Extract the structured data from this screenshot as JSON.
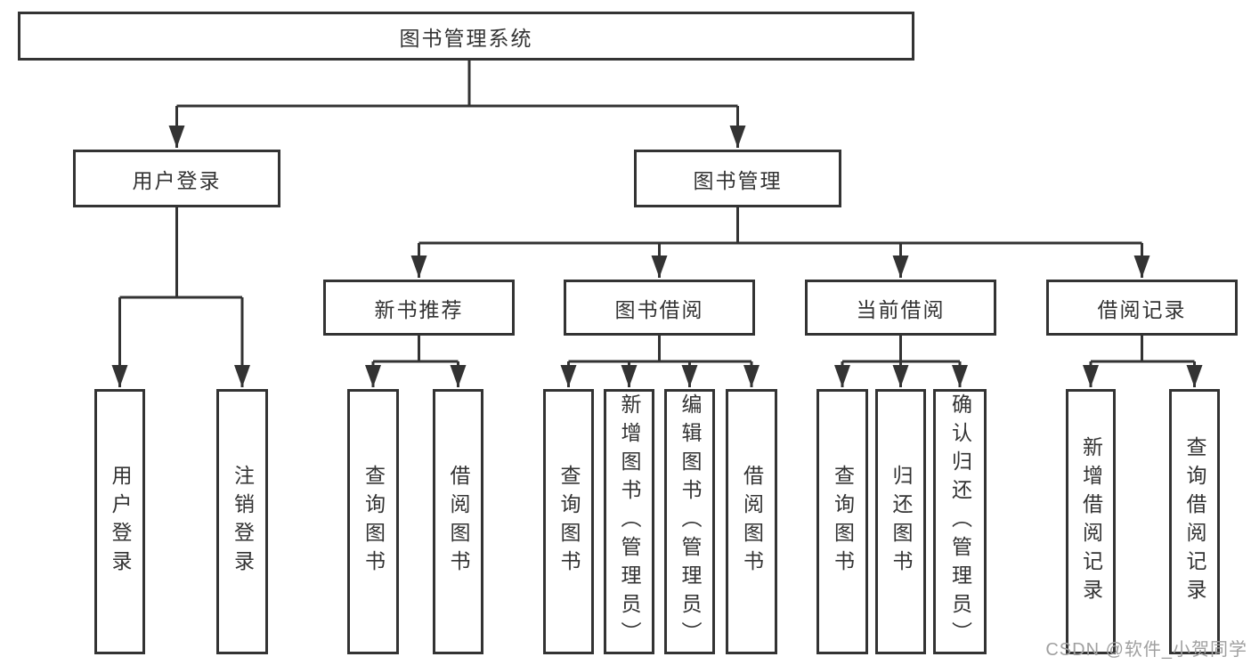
{
  "diagram": {
    "root_label": "图书管理系统",
    "branches": [
      {
        "label": "用户登录",
        "children": [
          {
            "label": "用户登录"
          },
          {
            "label": "注销登录"
          }
        ]
      },
      {
        "label": "图书管理",
        "groups": [
          {
            "label": "新书推荐",
            "children": [
              {
                "label": "查询图书"
              },
              {
                "label": "借阅图书"
              }
            ]
          },
          {
            "label": "图书借阅",
            "children": [
              {
                "label": "查询图书"
              },
              {
                "label": "新增图书（管理员）"
              },
              {
                "label": "编辑图书（管理员）"
              },
              {
                "label": "借阅图书"
              }
            ]
          },
          {
            "label": "当前借阅",
            "children": [
              {
                "label": "查询图书"
              },
              {
                "label": "归还图书"
              },
              {
                "label": "确认归还（管理员）"
              }
            ]
          },
          {
            "label": "借阅记录",
            "children": [
              {
                "label": "新增借阅记录"
              },
              {
                "label": "查询借阅记录"
              }
            ]
          }
        ]
      }
    ]
  },
  "watermark": {
    "text": "CSDN @软件_小贺同学"
  },
  "colors": {
    "line": "#333333",
    "box_border": "#333333",
    "text": "#333333",
    "background": "#ffffff",
    "watermark": "#a0a0a0"
  }
}
